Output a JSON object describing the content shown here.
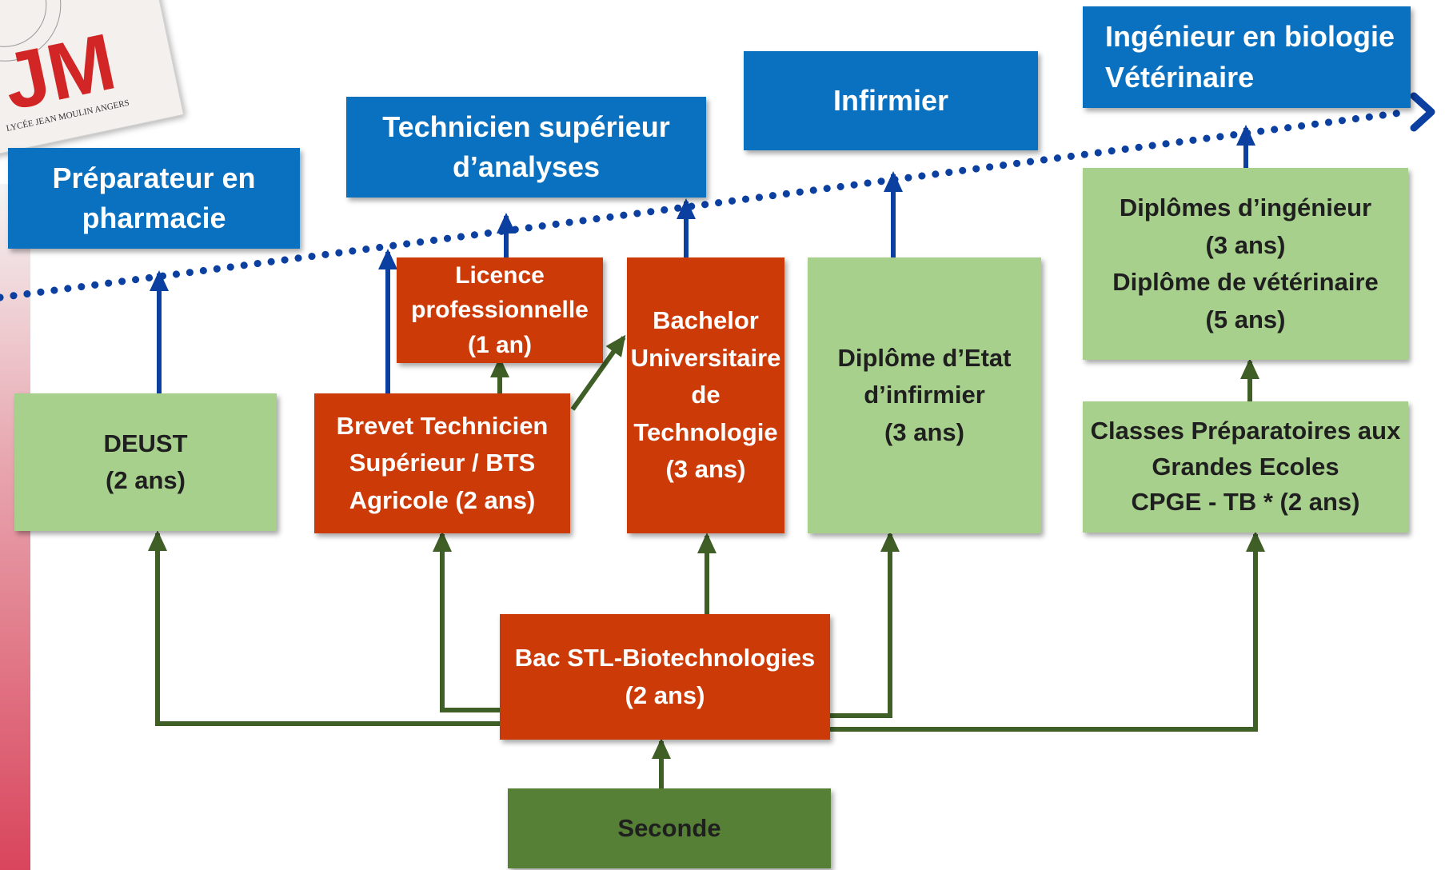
{
  "logo": {
    "initials": "JM",
    "caption": "LYCÉE JEAN MOULIN ANGERS"
  },
  "careers": {
    "preparateur": "Préparateur en\npharmacie",
    "technicien": "Technicien supérieur\nd’analyses",
    "infirmier": "Infirmier",
    "ingenieur": "Ingénieur en biologie\nVétérinaire"
  },
  "studies": {
    "deust": "DEUST\n(2 ans)",
    "licence": "Licence\nprofessionnelle\n(1 an)",
    "bts": "Brevet Technicien\nSupérieur    / BTS\nAgricole (2 ans)",
    "but": "Bachelor\nUniversitaire\nde\nTechnologie\n(3 ans)",
    "dei": "Diplôme d’Etat\nd’infirmier\n(3 ans)",
    "diplomes": "Diplômes d’ingénieur\n(3 ans)\nDiplôme de vétérinaire\n(5 ans)",
    "cpge": "Classes Préparatoires aux\nGrandes Ecoles\n  CPGE - TB * (2 ans)",
    "bac": "Bac STL-Biotechnologies\n(2 ans)",
    "seconde": "Seconde"
  },
  "colors": {
    "career_blue": "#0a70c0",
    "orange": "#cc3a08",
    "light_green": "#a8d08d",
    "dark_green": "#558035",
    "arrow_blue": "#0b3fa0",
    "arrow_green": "#3f5f26"
  }
}
